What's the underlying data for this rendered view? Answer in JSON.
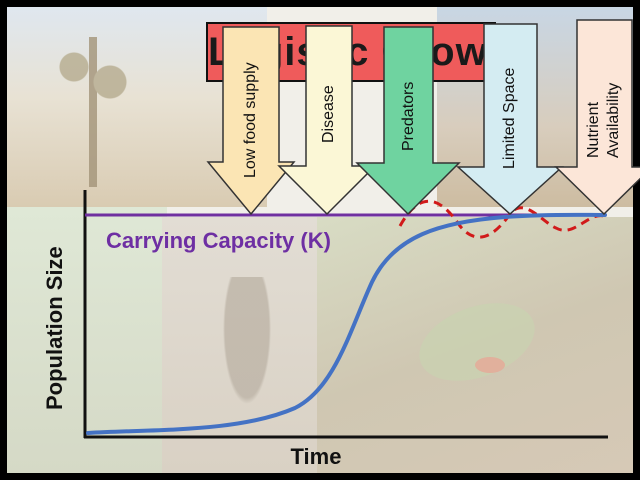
{
  "title": "Logistic Growth",
  "arrows": [
    {
      "lines": [
        "Low food supply"
      ],
      "fill": "#fbe5b4"
    },
    {
      "lines": [
        "Disease"
      ],
      "fill": "#fbf7d6"
    },
    {
      "lines": [
        "Predators"
      ],
      "fill": "#6fd3a0"
    },
    {
      "lines": [
        "Limited Space"
      ],
      "fill": "#d4ecf2"
    },
    {
      "lines": [
        "Nutrient",
        "Availability"
      ],
      "fill": "#fce6d8"
    }
  ],
  "carrying_capacity_label": "Carrying Capacity (K)",
  "y_axis_label": "Population Size",
  "x_axis_label": "Time",
  "colors": {
    "curve": "#4472c4",
    "carrying_capacity": "#7030a0",
    "oscillation": "#d11a1a",
    "title_box": "#ef5b5b"
  },
  "chart_data": {
    "type": "line",
    "series": [
      {
        "name": "logistic curve",
        "shape": "sigmoid"
      },
      {
        "name": "oscillation",
        "style": "dashed"
      }
    ],
    "reference_line": "carrying capacity (K)",
    "xlabel": "Time",
    "ylabel": "Population Size"
  }
}
